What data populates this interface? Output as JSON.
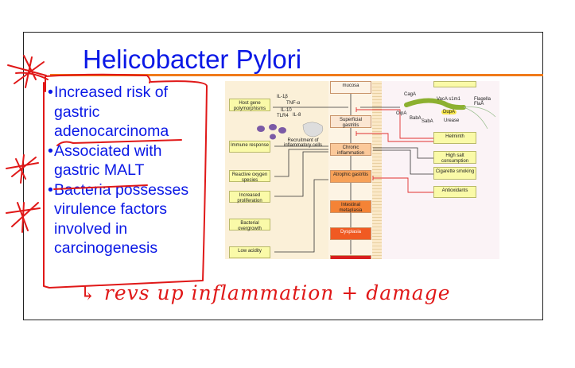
{
  "slide": {
    "title": "Helicobacter Pylori",
    "bullets": [
      "Increased risk of gastric adenocarcinoma",
      "Associated with gastric MALT",
      "Bacteria possesses virulence factors involved in carcinogenesis"
    ],
    "bullet_lines": [
      [
        "Increased risk of",
        "gastric",
        "adenocarcinoma"
      ],
      [
        "Associated with",
        "gastric MALT"
      ],
      [
        "Bacteria possesses",
        "virulence factors",
        "involved in",
        "carcinogenesis"
      ]
    ]
  },
  "diagram": {
    "left_factors": [
      "Host gene polymorphisms",
      "Immune response",
      "Reactive oxygen species",
      "Increased proliferation",
      "Bacterial overgrowth",
      "Low acidity"
    ],
    "cytokines": [
      "IL-1β",
      "TNF-α",
      "IL-10",
      "TLR4",
      "IL-8"
    ],
    "recruitment_label": "Recruitment of inflammatory cells",
    "cascade": [
      "mucosa",
      "Superficial gastritis",
      "Chronic inflammation",
      "Atrophic gastritis",
      "Intestinal metaplasia",
      "Dysplasia"
    ],
    "cascade_colors": [
      "#fdf3e6",
      "#fbe6d2",
      "#fbc99a",
      "#f7a158",
      "#f48336",
      "#f05a22"
    ],
    "right_factors": [
      "Helminth",
      "High salt consumption",
      "Cigarette smoking",
      "Antioxidants"
    ],
    "virulence": [
      "CagA",
      "VacA s1m1",
      "Flagella FlaA",
      "OipA",
      "BabA",
      "SabA",
      "DupA",
      "Urease"
    ]
  },
  "annotation": {
    "handwritten_note": "↳ revs up inflammation + damage",
    "ink_color": "#e01818"
  },
  "colors": {
    "title": "#0a18e6",
    "rule": "#f07a1a",
    "inhibit": "#e03030"
  }
}
